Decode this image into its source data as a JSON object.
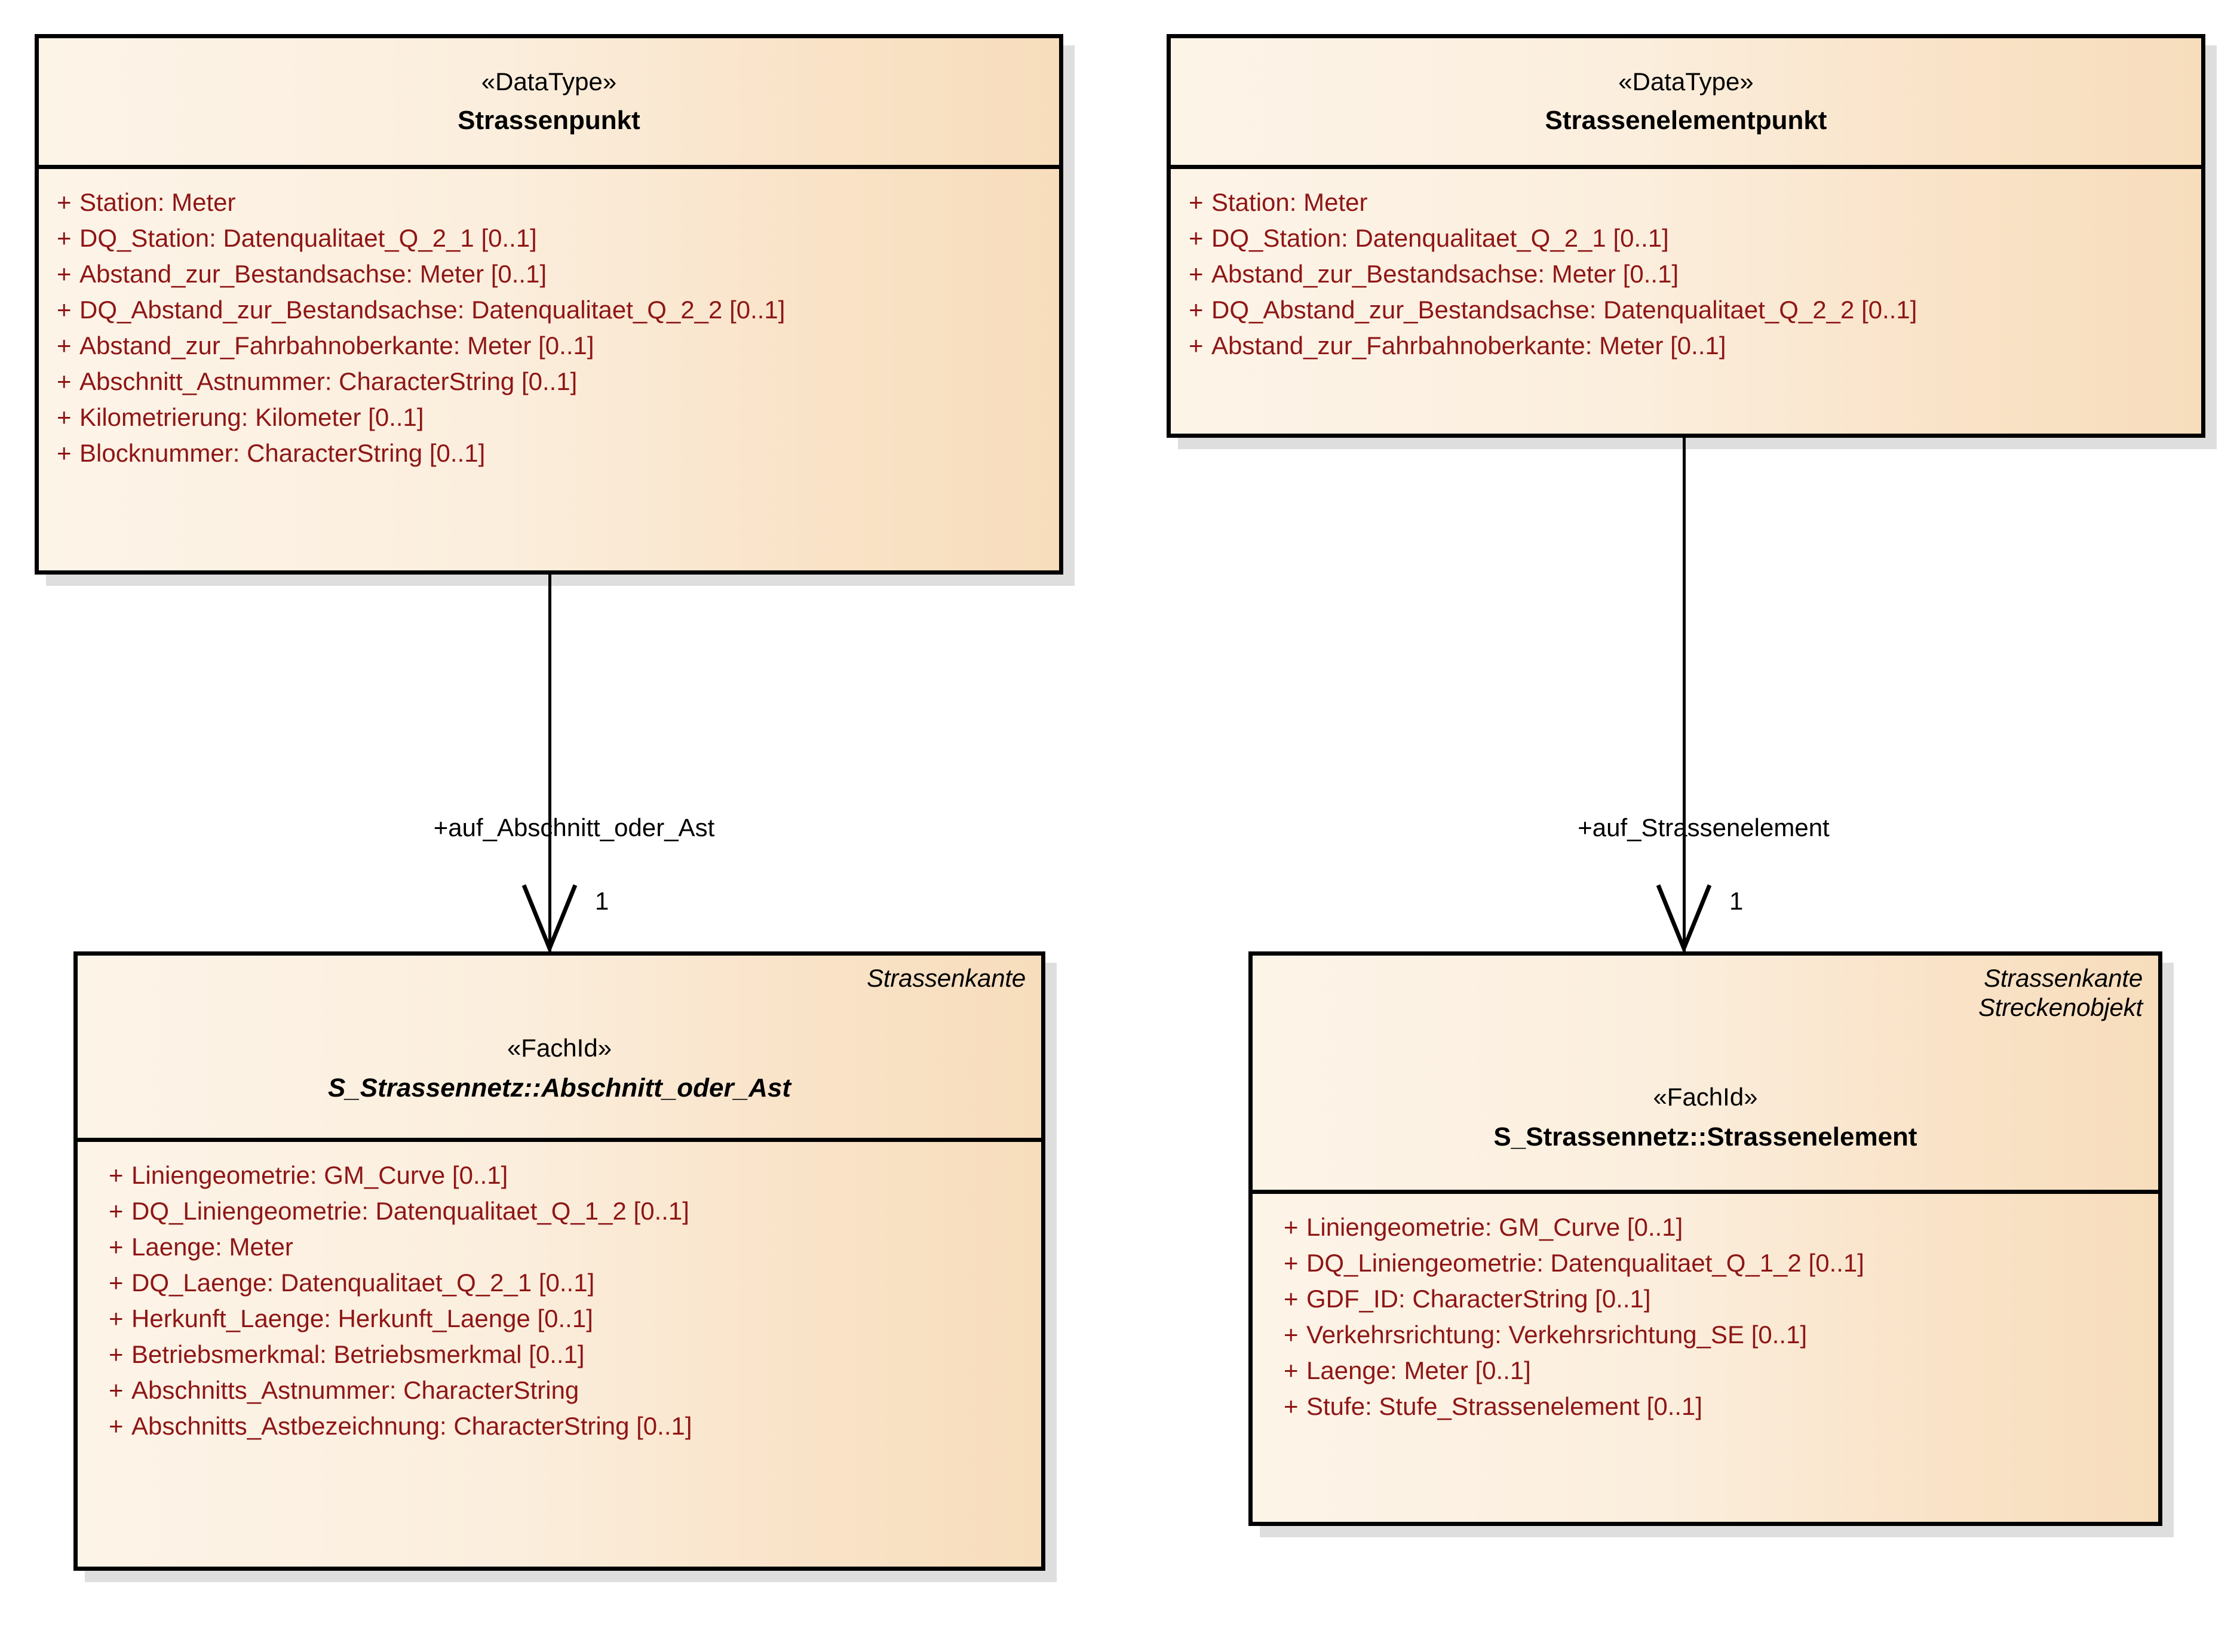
{
  "diagram": {
    "title": "UML class diagram - Strassenpunkt / Strassenelementpunkt",
    "colors": {
      "box_fill_light": "#fdf4e8",
      "box_fill_dark": "#f7ddbc",
      "border": "#000000",
      "shadow": "#dedede",
      "attribute_text": "#8e1616",
      "header_text": "#000000",
      "canvas": "#ffffff"
    }
  },
  "classes": {
    "strassenpunkt": {
      "stereotype": "«DataType»",
      "name": "Strassenpunkt",
      "tags": [],
      "attributes": [
        {
          "visibility": "+",
          "text": "Station: Meter"
        },
        {
          "visibility": "+",
          "text": "DQ_Station: Datenqualitaet_Q_2_1 [0..1]"
        },
        {
          "visibility": "+",
          "text": "Abstand_zur_Bestandsachse: Meter [0..1]"
        },
        {
          "visibility": "+",
          "text": "DQ_Abstand_zur_Bestandsachse: Datenqualitaet_Q_2_2 [0..1]"
        },
        {
          "visibility": "+",
          "text": "Abstand_zur_Fahrbahnoberkante: Meter [0..1]"
        },
        {
          "visibility": "+",
          "text": "Abschnitt_Astnummer: CharacterString [0..1]"
        },
        {
          "visibility": "+",
          "text": "Kilometrierung: Kilometer [0..1]"
        },
        {
          "visibility": "+",
          "text": "Blocknummer: CharacterString [0..1]"
        }
      ]
    },
    "strassenelementpunkt": {
      "stereotype": "«DataType»",
      "name": "Strassenelementpunkt",
      "tags": [],
      "attributes": [
        {
          "visibility": "+",
          "text": "Station: Meter"
        },
        {
          "visibility": "+",
          "text": "DQ_Station: Datenqualitaet_Q_2_1 [0..1]"
        },
        {
          "visibility": "+",
          "text": "Abstand_zur_Bestandsachse: Meter [0..1]"
        },
        {
          "visibility": "+",
          "text": "DQ_Abstand_zur_Bestandsachse: Datenqualitaet_Q_2_2 [0..1]"
        },
        {
          "visibility": "+",
          "text": "Abstand_zur_Fahrbahnoberkante: Meter [0..1]"
        }
      ]
    },
    "abschnitt_oder_ast": {
      "stereotype": "«FachId»",
      "name": "S_Strassennetz::Abschnitt_oder_Ast",
      "tags": [
        "Strassenkante"
      ],
      "attributes": [
        {
          "visibility": "+",
          "text": "Liniengeometrie: GM_Curve [0..1]"
        },
        {
          "visibility": "+",
          "text": "DQ_Liniengeometrie: Datenqualitaet_Q_1_2 [0..1]"
        },
        {
          "visibility": "+",
          "text": "Laenge: Meter"
        },
        {
          "visibility": "+",
          "text": "DQ_Laenge: Datenqualitaet_Q_2_1 [0..1]"
        },
        {
          "visibility": "+",
          "text": "Herkunft_Laenge: Herkunft_Laenge [0..1]"
        },
        {
          "visibility": "+",
          "text": "Betriebsmerkmal: Betriebsmerkmal [0..1]"
        },
        {
          "visibility": "+",
          "text": "Abschnitts_Astnummer: CharacterString"
        },
        {
          "visibility": "+",
          "text": "Abschnitts_Astbezeichnung: CharacterString [0..1]"
        }
      ]
    },
    "strassenelement": {
      "stereotype": "«FachId»",
      "name": "S_Strassennetz::Strassenelement",
      "tags": [
        "Strassenkante",
        "Streckenobjekt"
      ],
      "attributes": [
        {
          "visibility": "+",
          "text": "Liniengeometrie: GM_Curve [0..1]"
        },
        {
          "visibility": "+",
          "text": "DQ_Liniengeometrie: Datenqualitaet_Q_1_2 [0..1]"
        },
        {
          "visibility": "+",
          "text": "GDF_ID: CharacterString [0..1]"
        },
        {
          "visibility": "+",
          "text": "Verkehrsrichtung: Verkehrsrichtung_SE [0..1]"
        },
        {
          "visibility": "+",
          "text": "Laenge: Meter [0..1]"
        },
        {
          "visibility": "+",
          "text": "Stufe: Stufe_Strassenelement [0..1]"
        }
      ]
    }
  },
  "connectors": {
    "left": {
      "role_label": "+auf_Abschnitt_oder_Ast",
      "multiplicity": "1",
      "arrow": "open-arrowhead",
      "source": "Strassenpunkt",
      "target": "S_Strassennetz::Abschnitt_oder_Ast"
    },
    "right": {
      "role_label": "+auf_Strassenelement",
      "multiplicity": "1",
      "arrow": "open-arrowhead",
      "source": "Strassenelementpunkt",
      "target": "S_Strassennetz::Strassenelement"
    }
  }
}
